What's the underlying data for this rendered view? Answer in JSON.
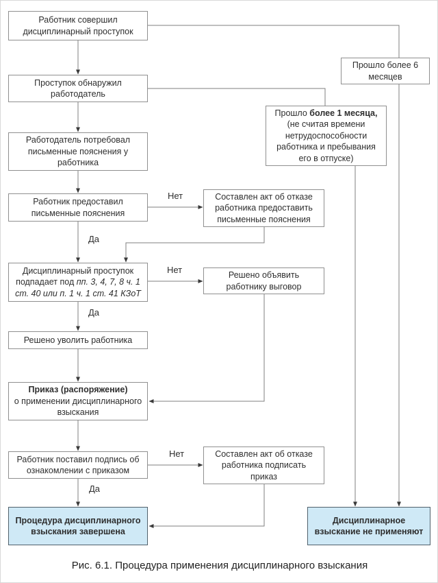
{
  "colors": {
    "line": "#7f7f7f",
    "arrow": "#3a3a3a",
    "box_border": "#8f8f8f",
    "highlight_bg": "#cfe9f6",
    "highlight_border": "#50606a",
    "text": "#2e2e2e"
  },
  "nodes": {
    "misconduct": "Работник совершил дисциплинарный проступок",
    "discovered": "Проступок обнаружил работодатель",
    "demanded": "Работодатель потребовал письменные пояснения у работника",
    "provided": "Работник предоставил письменные пояснения",
    "act_refuse_explain": "Составлен акт об отказе работника предоставить письменные пояснения",
    "falls_under_regular": "Дисциплинарный проступок подпадает под ",
    "falls_under_italic": "пп. 3, 4, 7, 8 ч. 1 ст. 40 или п. 1 ч. 1 ст. 41 КЗоТ",
    "reprimand": "Решено объявить работнику выговор",
    "dismiss": "Решено уволить работника",
    "order_bold": "Приказ (распоряжение)",
    "order_rest": "о применении дисциплинарного взыскания",
    "signed": "Работник поставил подпись об ознакомлении с приказом",
    "act_refuse_sign": "Составлен акт об отказе работника подписать приказ",
    "completed": "Процедура дисциплинарного взыскания завершена",
    "six_months": "Прошло более 6 месяцев",
    "one_month_lead": "Прошло ",
    "one_month_bold": "более 1 месяца,",
    "one_month_rest": "(не считая времени нетрудоспособности работника и пребывания его в отпуске)",
    "not_applied": "Дисциплинарное взыскание не применяют"
  },
  "labels": {
    "yes": "Да",
    "no": "Нет"
  },
  "caption": "Рис. 6.1. Процедура применения дисциплинарного взыскания"
}
